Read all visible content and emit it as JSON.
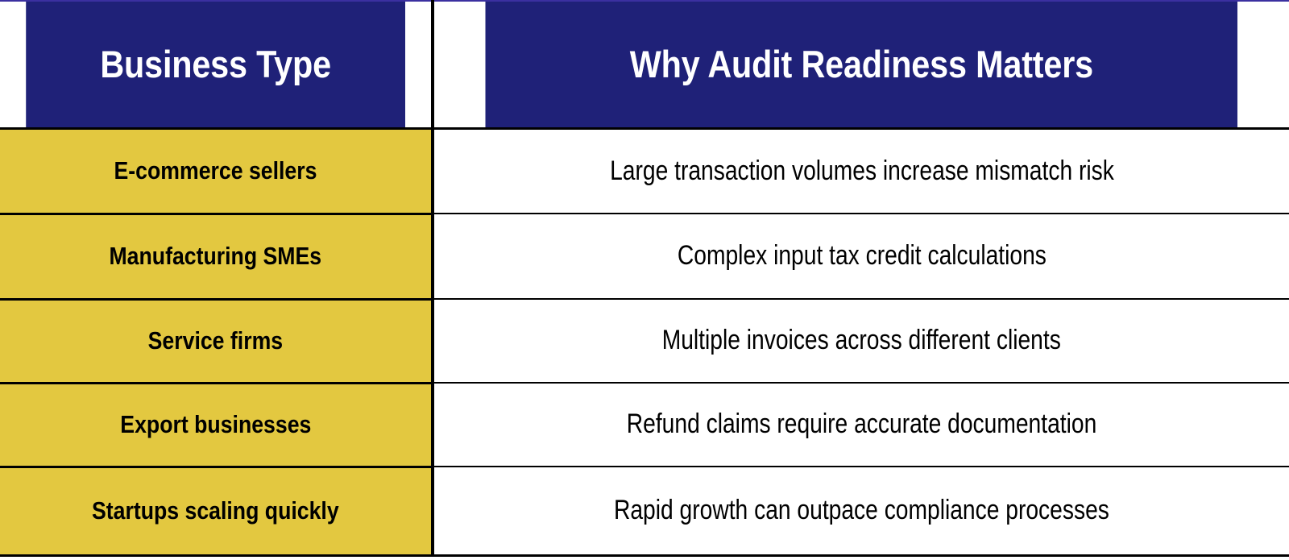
{
  "table": {
    "columns": [
      {
        "key": "business_type",
        "label": "Business Type"
      },
      {
        "key": "why_matters",
        "label": "Why Audit Readiness Matters"
      }
    ],
    "rows": [
      {
        "business_type": "E-commerce sellers",
        "why_matters": "Large transaction volumes increase mismatch risk"
      },
      {
        "business_type": "Manufacturing SMEs",
        "why_matters": "Complex input tax credit calculations"
      },
      {
        "business_type": "Service firms",
        "why_matters": "Multiple invoices across different clients"
      },
      {
        "business_type": "Export businesses",
        "why_matters": "Refund claims require accurate documentation"
      },
      {
        "business_type": "Startups scaling quickly",
        "why_matters": "Rapid growth can outpace compliance processes"
      }
    ]
  },
  "colors": {
    "header_background": "#1F2178",
    "header_text": "#FFFFFF",
    "type_cell_background": "#E3C840",
    "type_cell_text": "#000000",
    "why_cell_background": "#FFFFFF",
    "why_cell_text": "#000000",
    "border": "#000000",
    "header_top_accent": "#3B30A0"
  }
}
